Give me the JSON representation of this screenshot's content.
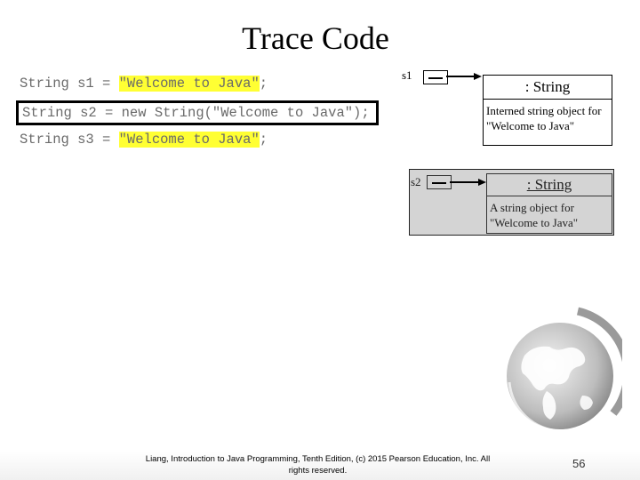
{
  "slide": {
    "title": "Trace Code",
    "code": [
      {
        "prefix": "String s1 = ",
        "highlight": "\"Welcome to Java\"",
        "suffix": ";"
      },
      {
        "text": "String s2 = new String(\"Welcome to Java\");"
      },
      {
        "prefix": "String s3 = ",
        "highlight": "\"Welcome to Java\"",
        "suffix": ";"
      }
    ],
    "diagram_s1": {
      "ref_label": "s1",
      "object_header": ": String",
      "object_body_line1": "Interned string object for",
      "object_body_line2": "\"Welcome to Java\""
    },
    "diagram_s2": {
      "ref_label": "s2",
      "object_header": ": String",
      "object_body_line1": "A string object for",
      "object_body_line2": "\"Welcome to Java\""
    },
    "footer": {
      "line1": "Liang, Introduction to Java Programming, Tenth Edition, (c) 2015 Pearson Education, Inc. All",
      "line2": "rights reserved."
    },
    "page_number": "56",
    "icons": {
      "logo": "globe-icon"
    },
    "colors": {
      "highlight": "#ffff33",
      "panel_gray": "#d4d4d4"
    }
  }
}
